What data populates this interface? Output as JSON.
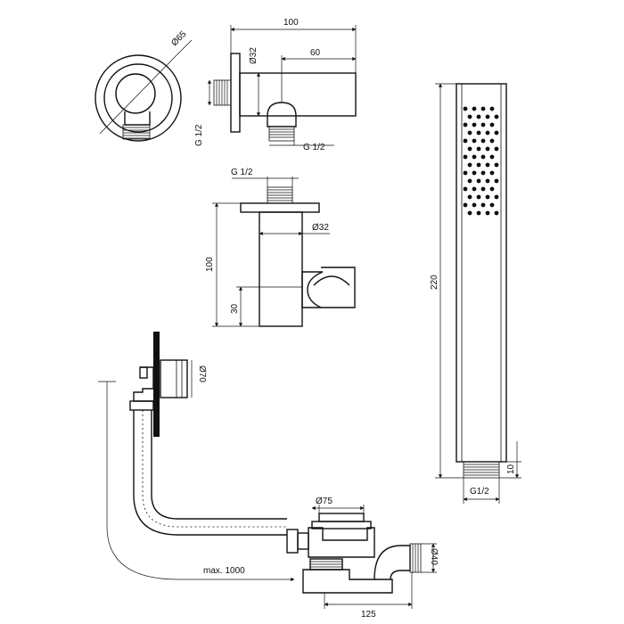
{
  "labels": {
    "phi65": "Ø65",
    "d100_top": "100",
    "phi32_top": "Ø32",
    "d60": "60",
    "g12_left": "G 1/2",
    "g12_right": "G 1/2",
    "g12_mid": "G 1/2",
    "phi32_mid": "Ø32",
    "d100_vert": "100",
    "d30": "30",
    "d220": "220",
    "d10": "10",
    "g12_hand": "G1/2",
    "phi70": "Ø70",
    "phi75": "Ø75",
    "phi40": "Ø40",
    "max1000": "max. 1000",
    "d125": "125"
  }
}
